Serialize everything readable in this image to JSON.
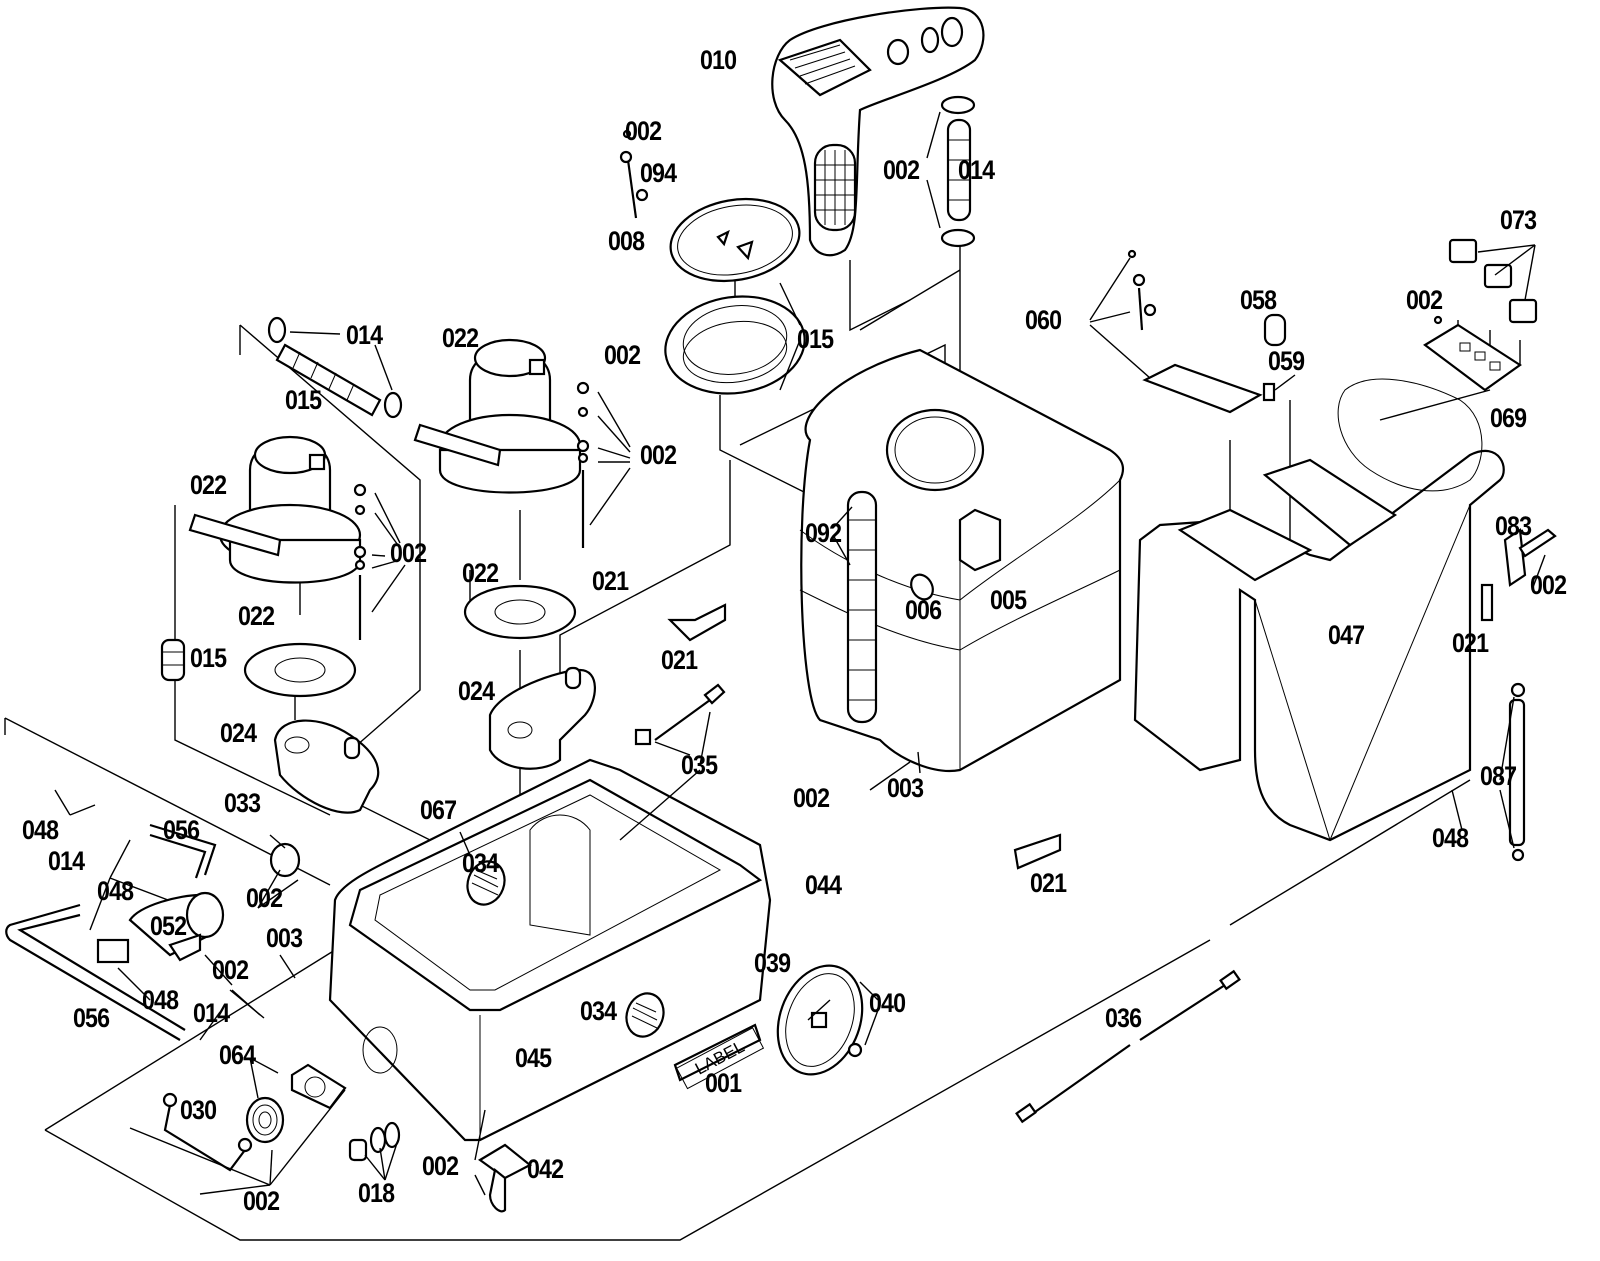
{
  "diagram": {
    "type": "exploded parts diagram",
    "subject": "portable carpet extractor assembly",
    "callouts": [
      {
        "id": "c010",
        "text": "010",
        "part": "handle / recovery lid assembly"
      },
      {
        "id": "c002a",
        "text": "002",
        "part": "screw"
      },
      {
        "id": "c094",
        "text": "094",
        "part": "tether strap"
      },
      {
        "id": "c008",
        "text": "008",
        "part": "lid gasket"
      },
      {
        "id": "c014a",
        "text": "014",
        "part": "hose clamp"
      },
      {
        "id": "c015a",
        "text": "015",
        "part": "vacuum hose"
      },
      {
        "id": "c002b",
        "text": "002",
        "part": "mounting ring"
      },
      {
        "id": "c002c",
        "text": "002",
        "part": "screws"
      },
      {
        "id": "c014b",
        "text": "014",
        "part": "hose clamps"
      },
      {
        "id": "c015b",
        "text": "015",
        "part": "hose"
      },
      {
        "id": "c022a",
        "text": "022",
        "part": "vacuum motor"
      },
      {
        "id": "c002d",
        "text": "002",
        "part": "nuts / washers / stud"
      },
      {
        "id": "c022b",
        "text": "022",
        "part": "vacuum motor"
      },
      {
        "id": "c002e",
        "text": "002",
        "part": "nuts / washers / stud"
      },
      {
        "id": "c022c",
        "text": "022",
        "part": "motor gasket"
      },
      {
        "id": "c021a",
        "text": "021",
        "part": "bracket"
      },
      {
        "id": "c022d",
        "text": "022",
        "part": "motor gasket"
      },
      {
        "id": "c015c",
        "text": "015",
        "part": "hose coupler"
      },
      {
        "id": "c021b",
        "text": "021",
        "part": "bracket"
      },
      {
        "id": "c024a",
        "text": "024",
        "part": "motor mount"
      },
      {
        "id": "c024b",
        "text": "024",
        "part": "motor mount"
      },
      {
        "id": "c060",
        "text": "060",
        "part": "filter basket and tether"
      },
      {
        "id": "c058",
        "text": "058",
        "part": "filter"
      },
      {
        "id": "c059",
        "text": "059",
        "part": "fitting"
      },
      {
        "id": "c073",
        "text": "073",
        "part": "rocker switches"
      },
      {
        "id": "c002f",
        "text": "002",
        "part": "screw"
      },
      {
        "id": "c069",
        "text": "069",
        "part": "switch plate"
      },
      {
        "id": "c092",
        "text": "092",
        "part": "drain hose"
      },
      {
        "id": "c006",
        "text": "006",
        "part": "hose barb"
      },
      {
        "id": "c005",
        "text": "005",
        "part": "recovery tank"
      },
      {
        "id": "c083",
        "text": "083",
        "part": "hose hook"
      },
      {
        "id": "c002g",
        "text": "002",
        "part": "screw"
      },
      {
        "id": "c047",
        "text": "047",
        "part": "solution tank"
      },
      {
        "id": "c021c",
        "text": "021",
        "part": "bracket"
      },
      {
        "id": "c035",
        "text": "035",
        "part": "quick disconnect"
      },
      {
        "id": "c002h",
        "text": "002",
        "part": "screw"
      },
      {
        "id": "c003a",
        "text": "003",
        "part": "latch"
      },
      {
        "id": "c087",
        "text": "087",
        "part": "level tube"
      },
      {
        "id": "c048a",
        "text": "048",
        "part": "fitting"
      },
      {
        "id": "c033",
        "text": "033",
        "part": "switch"
      },
      {
        "id": "c067",
        "text": "067",
        "part": "gasket"
      },
      {
        "id": "c034a",
        "text": "034",
        "part": "vent grille"
      },
      {
        "id": "c044",
        "text": "044",
        "part": "base gasket"
      },
      {
        "id": "c021d",
        "text": "021",
        "part": "bracket"
      },
      {
        "id": "c048b",
        "text": "048",
        "part": "fittings"
      },
      {
        "id": "c056a",
        "text": "056",
        "part": "tubing"
      },
      {
        "id": "c014c",
        "text": "014",
        "part": "clamps"
      },
      {
        "id": "c048c",
        "text": "048",
        "part": "fitting"
      },
      {
        "id": "c002i",
        "text": "002",
        "part": "nut"
      },
      {
        "id": "c052",
        "text": "052",
        "part": "pump"
      },
      {
        "id": "c003b",
        "text": "003",
        "part": "latch"
      },
      {
        "id": "c002j",
        "text": "002",
        "part": "screws"
      },
      {
        "id": "c039",
        "text": "039",
        "part": "axle"
      },
      {
        "id": "c040",
        "text": "040",
        "part": "wheel, nut and cap"
      },
      {
        "id": "c048d",
        "text": "048",
        "part": "fitting"
      },
      {
        "id": "c014d",
        "text": "014",
        "part": "clamp"
      },
      {
        "id": "c034b",
        "text": "034",
        "part": "vent grille"
      },
      {
        "id": "c056b",
        "text": "056",
        "part": "tubing"
      },
      {
        "id": "c036",
        "text": "036",
        "part": "power cord"
      },
      {
        "id": "c064",
        "text": "064",
        "part": "fan and guard"
      },
      {
        "id": "c045",
        "text": "045",
        "part": "base"
      },
      {
        "id": "c001",
        "text": "001",
        "part": "label"
      },
      {
        "id": "c030",
        "text": "030",
        "part": "handle"
      },
      {
        "id": "c002k",
        "text": "002",
        "part": "screws"
      },
      {
        "id": "c018",
        "text": "018",
        "part": "fitting and o-rings"
      },
      {
        "id": "c002l",
        "text": "002",
        "part": "screws"
      },
      {
        "id": "c042",
        "text": "042",
        "part": "caster"
      }
    ],
    "label_plate_text": "LABEL"
  }
}
